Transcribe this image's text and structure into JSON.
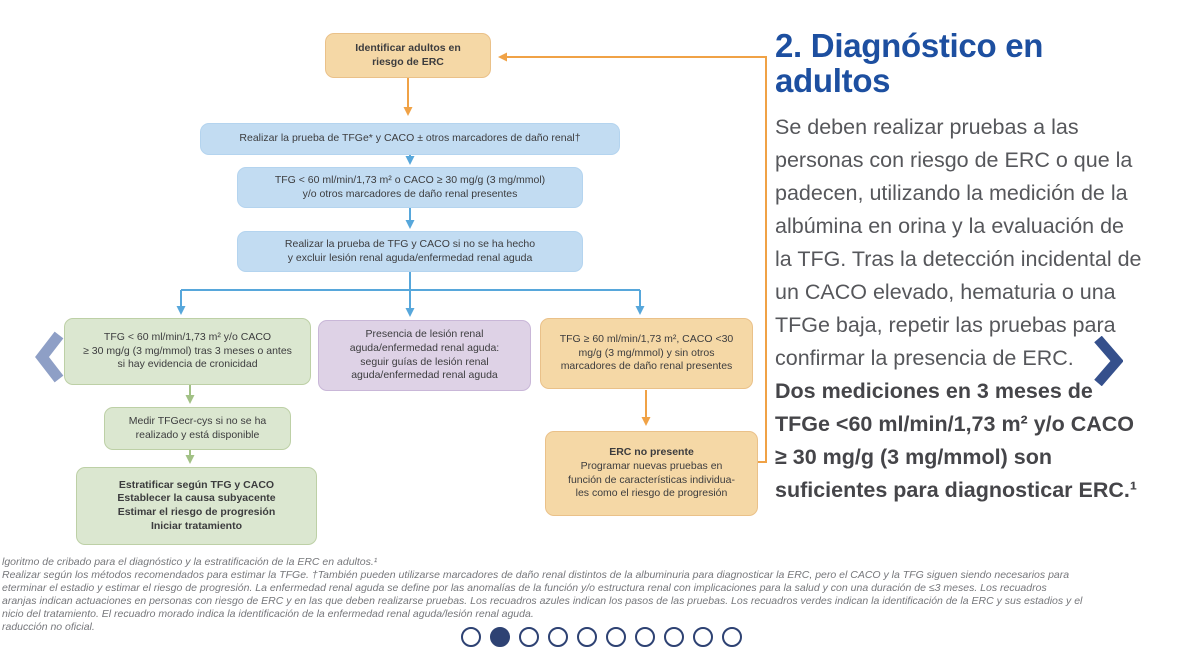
{
  "panel": {
    "title": "2. Diagnóstico en\nadultos",
    "body_regular": "Se deben realizar pruebas a las personas con riesgo de ERC o que la padecen, utilizando la medición de la albúmina en orina y la evaluación de la TFG. Tras la detección incidental de un CACO elevado, hematuria o una TFGe baja, repetir las pruebas para confirmar la presencia de ERC.",
    "body_bold": "Dos mediciones en 3 meses de TFGe <60 ml/min/1,73 m² y/o CACO ≥ 30 mg/g (3 mg/mmol) son suficientes para diagnosticar ERC.¹"
  },
  "flowchart": {
    "nodes": [
      {
        "id": "identificar-adultos",
        "color": "orange",
        "text": "Identificar adultos en\nriesgo de ERC"
      },
      {
        "id": "prueba-inicial",
        "color": "blue",
        "text": "Realizar la prueba de TFGe* y CACO ± otros marcadores de daño renal†"
      },
      {
        "id": "criterios-tfg-caco",
        "color": "blue",
        "text": "TFG < 60 ml/min/1,73 m² o CACO ≥ 30 mg/g (3 mg/mmol)\ny/o otros marcadores de daño renal presentes"
      },
      {
        "id": "repetir-prueba",
        "color": "blue",
        "text": "Realizar la prueba de TFG y CACO si no se ha hecho\ny excluir lesión renal aguda/enfermedad renal aguda"
      },
      {
        "id": "erc-confirmada",
        "color": "green",
        "text": "TFG < 60 ml/min/1,73 m² y/o CACO\n≥ 30 mg/g (3 mg/mmol) tras 3 meses o antes\nsi hay evidencia de cronicidad"
      },
      {
        "id": "lesion-renal-aguda",
        "color": "purple",
        "text": "Presencia de lesión renal\naguda/enfermedad renal aguda:\nseguir guías de lesión renal\naguda/enfermedad renal aguda"
      },
      {
        "id": "sin-criterios",
        "color": "orange",
        "text": "TFG ≥ 60 ml/min/1,73 m², CACO <30\nmg/g (3 mg/mmol) y sin otros\nmarcadores de daño renal presentes"
      },
      {
        "id": "medir-tfgecr-cys",
        "color": "green",
        "text": "Medir TFGecr-cys si no se ha\nrealizado y está disponible"
      },
      {
        "id": "estratificar",
        "color": "green",
        "text": "Estratificar según TFG y CACO\nEstablecer la causa subyacente\nEstimar el riesgo de progresión\nIniciar tratamiento"
      },
      {
        "id": "erc-no-presente",
        "color": "orange",
        "heading": "ERC no presente",
        "text": "Programar nuevas pruebas en\nfunción de características individua-\nles como el riesgo de progresión"
      }
    ]
  },
  "footnotes": {
    "lines": [
      "lgoritmo de cribado para el diagnóstico y la estratificación de la ERC en adultos.¹",
      "Realizar según los métodos recomendados para estimar la TFGe. †También pueden utilizarse marcadores de daño renal distintos de la albuminuria para diagnosticar la ERC, pero el CACO y la TFG siguen siendo necesarios para",
      "eterminar el estadio y estimar el riesgo de progresión. La enfermedad renal aguda se define por las anomalías de la función y/o estructura renal con implicaciones para la salud y con una duración de ≤3 meses. Los recuadros",
      "aranjas indican actuaciones en personas con riesgo de ERC y en las que deben realizarse pruebas. Los recuadros azules indican los pasos de las pruebas. Los recuadros verdes indican la identificación de la ERC y sus estadios y el",
      "nicio del tratamiento. El recuadro morado indica la identificación de la enfermedad renal aguda/lesión renal aguda.",
      "raducción no oficial."
    ]
  },
  "pagination": {
    "count": 10,
    "active_index": 1
  },
  "colors": {
    "title_blue": "#1d4fa0",
    "box_orange": "#f5d8a6",
    "box_blue": "#c2dcf2",
    "box_green": "#dbe7d0",
    "box_purple": "#ded2e6",
    "arrow_blue": "#57a7db",
    "arrow_orange": "#f0a246",
    "arrow_green": "#a2c185",
    "dot_navy": "#2e4273",
    "chevron_prev": "#8e9fc6",
    "chevron_next": "#35508c"
  }
}
